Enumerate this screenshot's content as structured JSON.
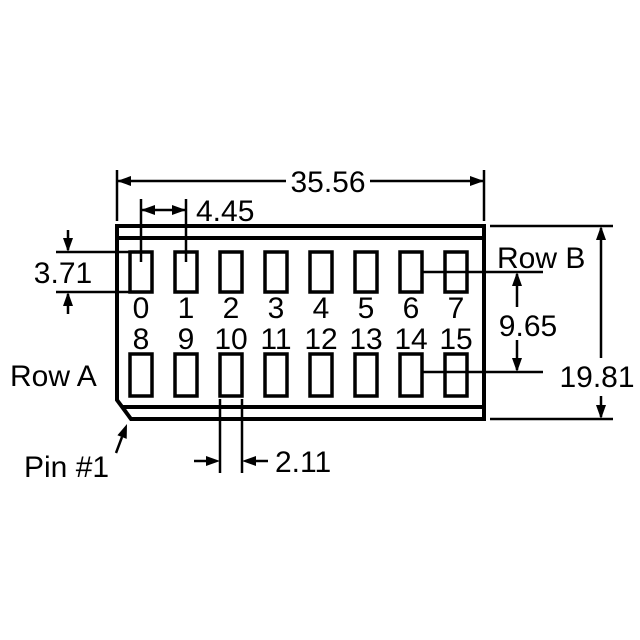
{
  "dimensions": {
    "overall_width": "35.56",
    "pitch": "4.45",
    "pad_height": "3.71",
    "row_pitch": "9.65",
    "overall_height": "19.81",
    "pad_width": "2.11"
  },
  "labels": {
    "row_a": "Row A",
    "row_b": "Row B",
    "pin1": "Pin #1"
  },
  "pins": {
    "row_b": [
      "0",
      "1",
      "2",
      "3",
      "4",
      "5",
      "6",
      "7"
    ],
    "row_a": [
      "8",
      "9",
      "10",
      "11",
      "12",
      "13",
      "14",
      "15"
    ]
  },
  "colors": {
    "line": "#000000",
    "background": "#ffffff"
  }
}
